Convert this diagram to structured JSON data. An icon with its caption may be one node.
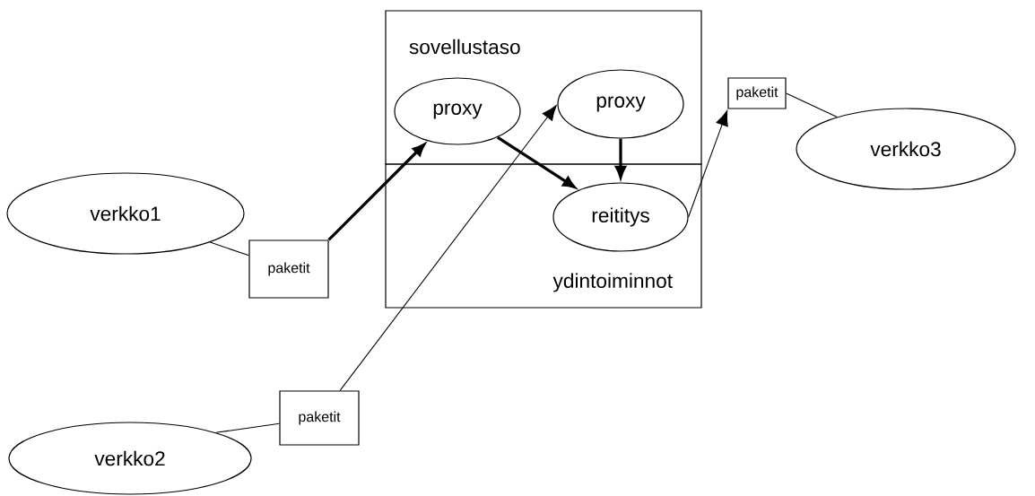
{
  "diagram": {
    "nodes": [
      {
        "text": [
          "sovellustaso"
        ]
      },
      {
        "text": [
          "ydintoiminnot"
        ]
      },
      {
        "text": [
          "proxy"
        ],
        "in": 0
      },
      {
        "text": [
          "proxy"
        ],
        "in": 0
      },
      {
        "text": [
          "reititys"
        ],
        "in": 1
      },
      {
        "text": [
          "verkko1"
        ]
      },
      {
        "text": [
          "paketit"
        ]
      },
      {
        "text": [
          "verkko2"
        ]
      },
      {
        "text": [
          "paketit"
        ]
      },
      {
        "text": [
          "paketit"
        ]
      },
      {
        "text": [
          "verkko3"
        ]
      }
    ],
    "edges": [
      {
        "from": 5,
        "to": 6,
        "arrow": "none"
      },
      {
        "from": 6,
        "to": 2,
        "arrow": "to",
        "style": "thick"
      },
      {
        "from": 7,
        "to": 8,
        "arrow": "none"
      },
      {
        "from": 8,
        "to": 3,
        "arrow": "to"
      },
      {
        "from": 2,
        "to": 4,
        "arrow": "to",
        "style": "thick"
      },
      {
        "from": 3,
        "to": 4,
        "arrow": "to",
        "style": "thick"
      },
      {
        "from": 4,
        "to": 9,
        "arrow": "to"
      },
      {
        "from": 9,
        "to": 10,
        "arrow": "none"
      }
    ]
  }
}
